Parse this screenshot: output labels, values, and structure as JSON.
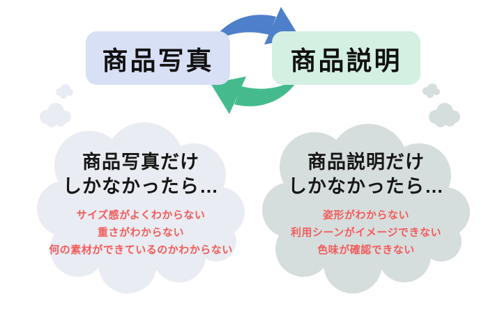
{
  "cycle": {
    "left_box_label": "商品写真",
    "right_box_label": "商品説明",
    "left_box_bg": "#d7e0f5",
    "right_box_bg": "#d3f0e2",
    "top_arrow_color": "#4e7fca",
    "bottom_arrow_color": "#45bb8d"
  },
  "left_cloud": {
    "bg": "#e9ecf2",
    "title_line1": "商品写真だけ",
    "title_line2": "しかなかったら…",
    "problem_color": "#f25b5b",
    "problems": [
      "サイズ感がよくわからない",
      "重さがわからない",
      "何の素材ができているのかわからない"
    ]
  },
  "right_cloud": {
    "bg": "#d6dedd",
    "title_line1": "商品説明だけ",
    "title_line2": "しかなかったら…",
    "problem_color": "#f25b5b",
    "problems": [
      "姿形がわからない",
      "利用シーンがイメージできない",
      "色味が確認できない"
    ]
  }
}
